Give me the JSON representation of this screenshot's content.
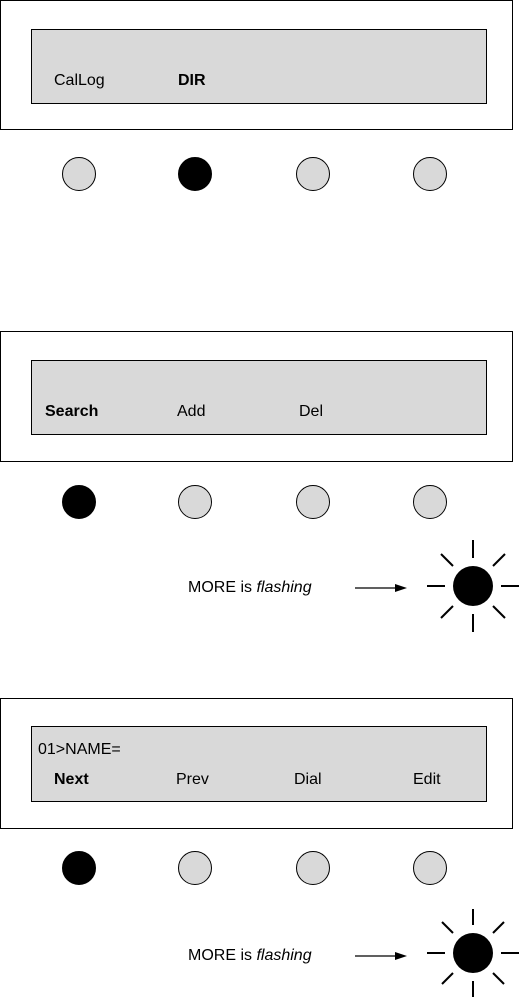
{
  "screens": [
    {
      "line1": "",
      "softkeys": [
        {
          "label": "CalLog",
          "bold": false
        },
        {
          "label": "DIR",
          "bold": true
        },
        {
          "label": "",
          "bold": false
        },
        {
          "label": "",
          "bold": false
        }
      ],
      "buttons_active": [
        false,
        true,
        false,
        false
      ]
    },
    {
      "line1": "",
      "softkeys": [
        {
          "label": "Search",
          "bold": true
        },
        {
          "label": "Add",
          "bold": false
        },
        {
          "label": "Del",
          "bold": false
        },
        {
          "label": "",
          "bold": false
        }
      ],
      "buttons_active": [
        true,
        false,
        false,
        false
      ],
      "note": {
        "prefix": "MORE is ",
        "emphasis": "flashing"
      }
    },
    {
      "line1": "01>NAME=",
      "softkeys": [
        {
          "label": "Next",
          "bold": true
        },
        {
          "label": "Prev",
          "bold": false
        },
        {
          "label": "Dial",
          "bold": false
        },
        {
          "label": "Edit",
          "bold": false
        }
      ],
      "buttons_active": [
        true,
        false,
        false,
        false
      ],
      "note": {
        "prefix": "MORE is ",
        "emphasis": "flashing"
      }
    }
  ],
  "colors": {
    "lcd_background": "#d9d9d9",
    "button_inactive": "#d9d9d9",
    "button_active": "#000000"
  }
}
